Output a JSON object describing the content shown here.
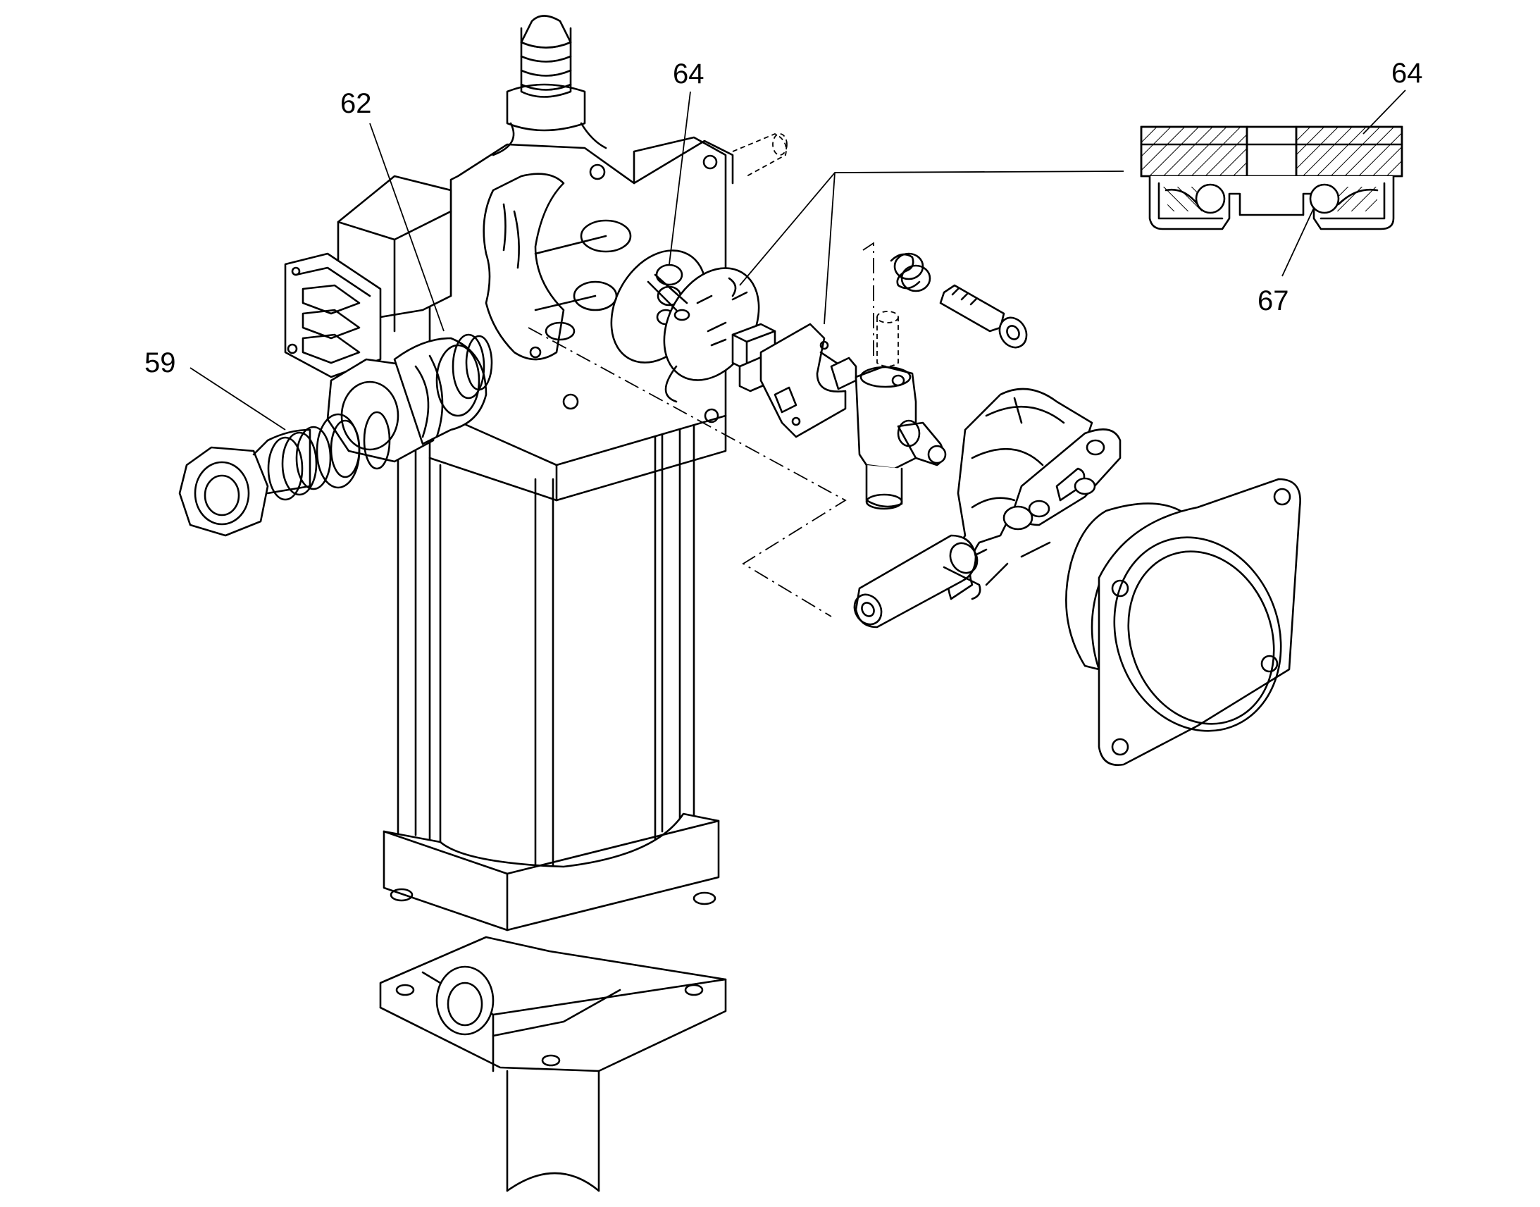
{
  "callouts": [
    {
      "id": "c59",
      "label": "59"
    },
    {
      "id": "c62",
      "label": "62"
    },
    {
      "id": "c64a",
      "label": "64"
    },
    {
      "id": "c64b",
      "label": "64"
    },
    {
      "id": "c67",
      "label": "67"
    }
  ],
  "colors": {
    "line": "#000000",
    "background": "#ffffff"
  }
}
